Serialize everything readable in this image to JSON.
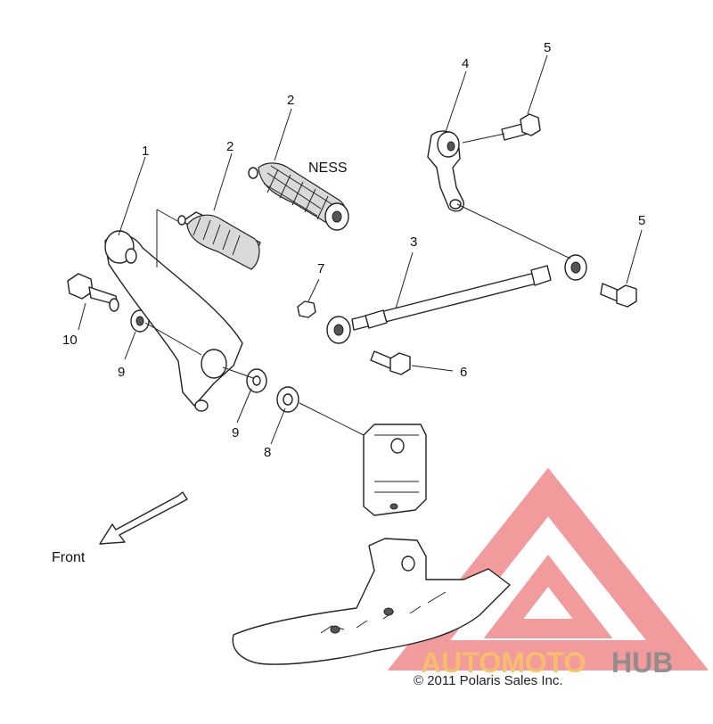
{
  "callouts": {
    "c1": "1",
    "c2a": "2",
    "c2b": "2",
    "c3": "3",
    "c4": "4",
    "c5a": "5",
    "c5b": "5",
    "c6": "6",
    "c7": "7",
    "c8": "8",
    "c9a": "9",
    "c9b": "9",
    "c10": "10"
  },
  "labels": {
    "ness": "NESS",
    "front": "Front"
  },
  "copyright": "© 2011 Polaris Sales Inc.",
  "watermark": {
    "text_part1": "AUTOMOTO",
    "text_part2": "HUB",
    "colors": {
      "accent": "#f0888a",
      "text1": "#f7c16a",
      "text2": "#8a8a8a"
    }
  }
}
